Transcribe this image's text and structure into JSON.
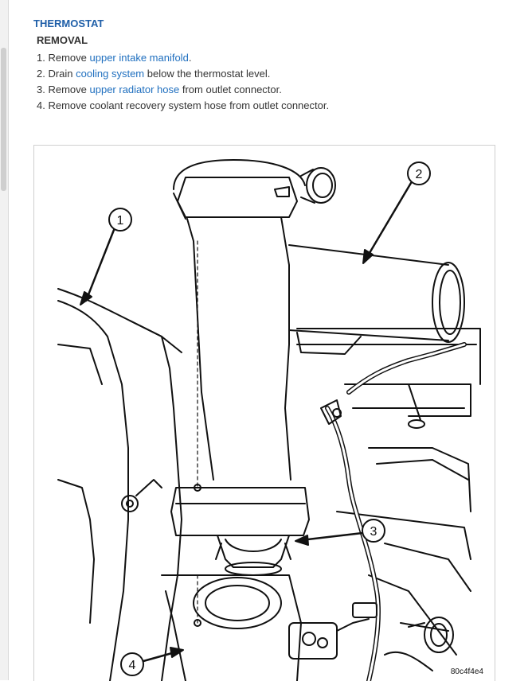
{
  "section": {
    "title": "THERMOSTAT",
    "subtitle": "REMOVAL"
  },
  "steps": [
    {
      "num": "1.",
      "before": "Remove ",
      "link": "upper intake manifold",
      "after": "."
    },
    {
      "num": "2.",
      "before": "Drain ",
      "link": "cooling system",
      "after": " below the thermostat level."
    },
    {
      "num": "3.",
      "before": "Remove ",
      "link": "upper radiator hose",
      "after": " from outlet connector."
    },
    {
      "num": "4.",
      "before": "Remove coolant recovery system hose from outlet connector.",
      "link": "",
      "after": ""
    }
  ],
  "figure": {
    "callouts": [
      "1",
      "2",
      "3",
      "4"
    ],
    "code": "80c4f4e4"
  },
  "colors": {
    "title": "#1f5fa8",
    "link": "#1f6fbf",
    "text": "#333333"
  }
}
